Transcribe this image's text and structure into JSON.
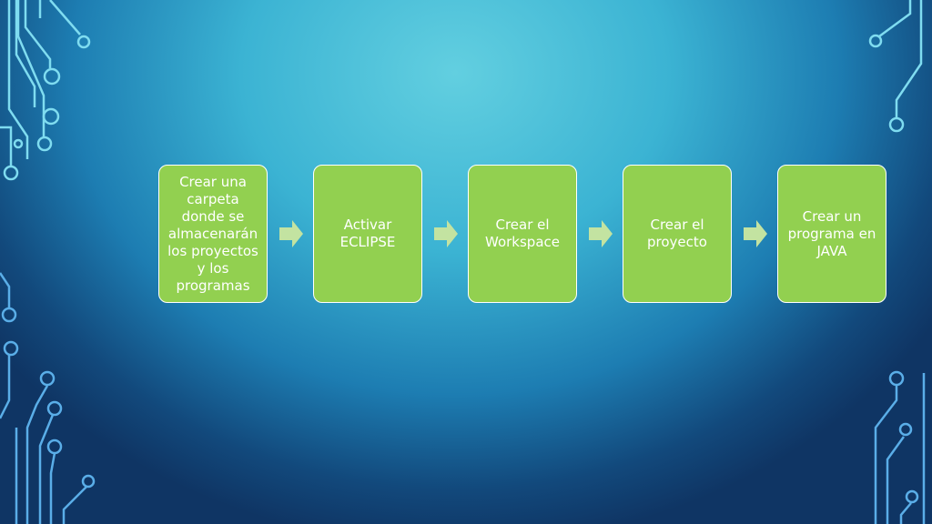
{
  "slide": {
    "steps": [
      {
        "label": "Crear una carpeta donde se almacenarán los proyectos y los programas"
      },
      {
        "label": "Activar ECLIPSE"
      },
      {
        "label": "Crear el Workspace"
      },
      {
        "label": "Crear el proyecto"
      },
      {
        "label": "Crear un programa en JAVA"
      }
    ],
    "colors": {
      "step_fill": "#92d050",
      "arrow_fill": "#c3e3a1",
      "circuit_line": "#7fdcf0"
    }
  }
}
